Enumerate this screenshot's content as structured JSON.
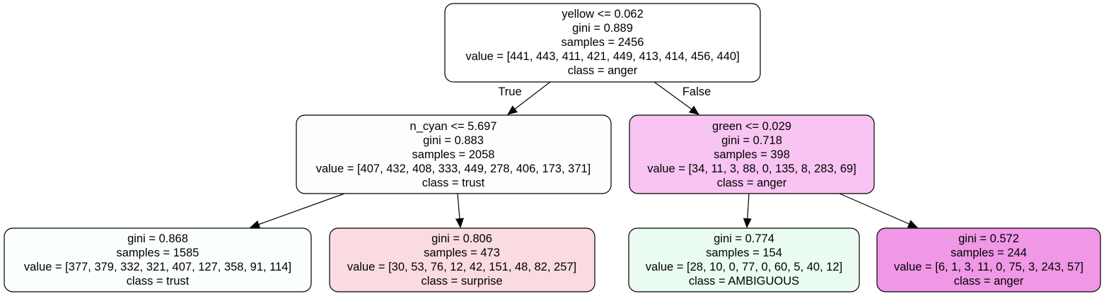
{
  "tree": {
    "edge_labels": {
      "true_label": "True",
      "false_label": "False"
    },
    "nodes": [
      {
        "id": "n0",
        "fill": "#ffffff",
        "lines": [
          "yellow <= 0.062",
          "gini = 0.889",
          "samples = 2456",
          "value = [441, 443, 411, 421, 449, 413, 414, 456, 440]",
          "class = anger"
        ]
      },
      {
        "id": "n1",
        "fill": "#fcfefd",
        "lines": [
          "n_cyan <= 5.697",
          "gini = 0.883",
          "samples = 2058",
          "value = [407, 432, 408, 333, 449, 278, 406, 173, 371]",
          "class = trust"
        ]
      },
      {
        "id": "n2",
        "fill": "#f8c4f2",
        "lines": [
          "green <= 0.029",
          "gini = 0.718",
          "samples = 398",
          "value = [34, 11, 3, 88, 0, 135, 8, 283, 69]",
          "class = anger"
        ]
      },
      {
        "id": "n3",
        "fill": "#fafefc",
        "lines": [
          "gini = 0.868",
          "samples = 1585",
          "value = [377, 379, 332, 321, 407, 127, 358, 91, 114]",
          "class = trust"
        ]
      },
      {
        "id": "n4",
        "fill": "#fadbe2",
        "lines": [
          "gini = 0.806",
          "samples = 473",
          "value = [30, 53, 76, 12, 42, 151, 48, 82, 257]",
          "class = surprise"
        ]
      },
      {
        "id": "n5",
        "fill": "#eafcf1",
        "lines": [
          "gini = 0.774",
          "samples = 154",
          "value = [28, 10, 0, 77, 0, 60, 5, 40, 12]",
          "class = AMBIGUOUS"
        ]
      },
      {
        "id": "n6",
        "fill": "#f098e6",
        "lines": [
          "gini = 0.572",
          "samples = 244",
          "value = [6, 1, 3, 11, 0, 75, 3, 243, 57]",
          "class = anger"
        ]
      }
    ],
    "edges": [
      {
        "from": "n0",
        "to": "n1"
      },
      {
        "from": "n0",
        "to": "n2"
      },
      {
        "from": "n1",
        "to": "n3"
      },
      {
        "from": "n1",
        "to": "n4"
      },
      {
        "from": "n2",
        "to": "n5"
      },
      {
        "from": "n2",
        "to": "n6"
      }
    ]
  }
}
